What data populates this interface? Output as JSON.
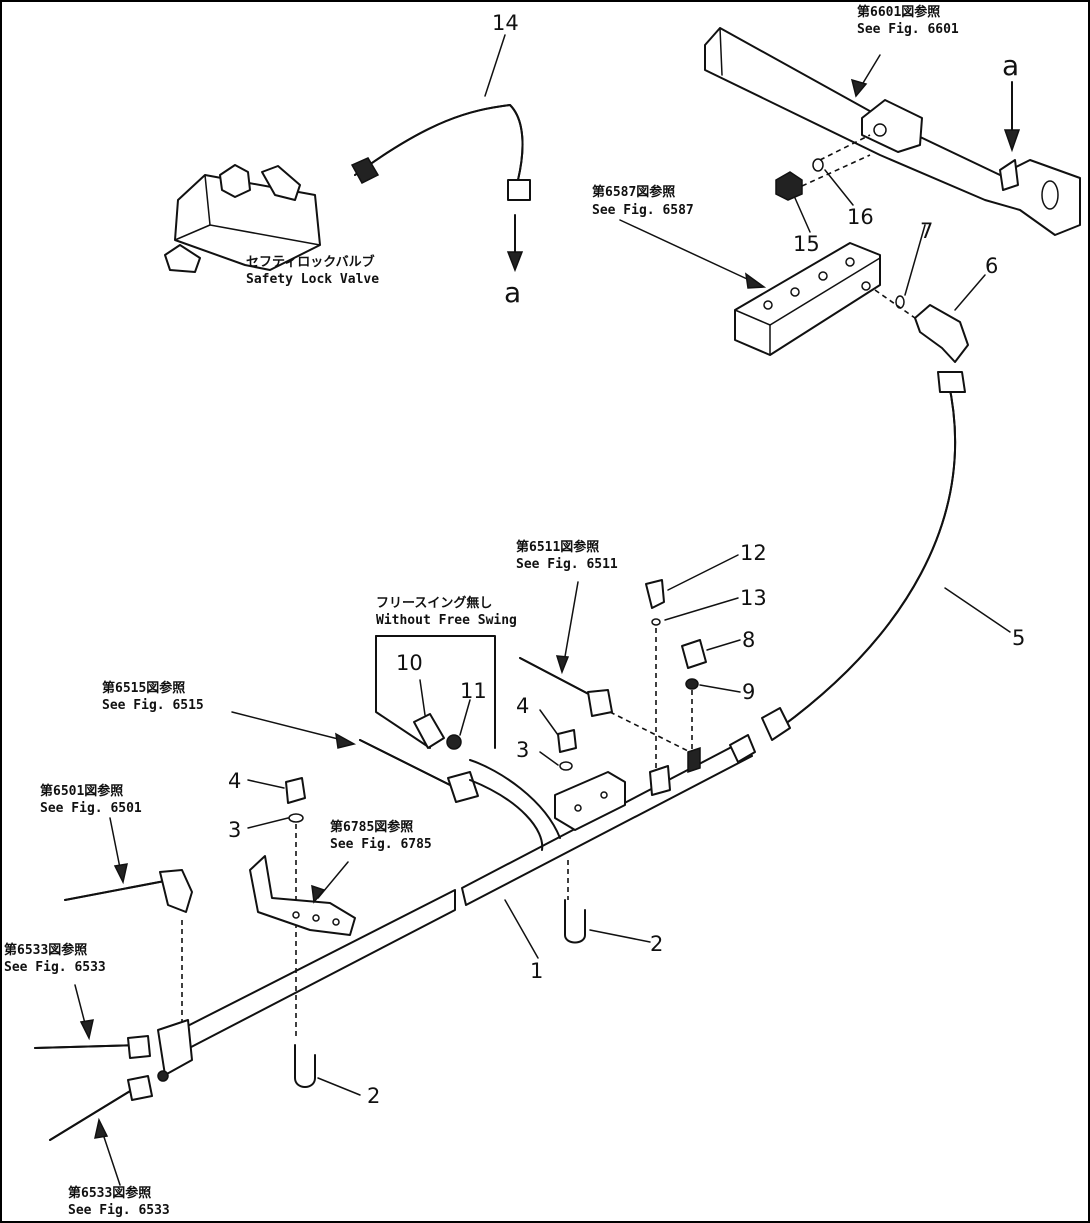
{
  "part_numbers": [
    "1",
    "2",
    "2",
    "3",
    "3",
    "4",
    "4",
    "5",
    "6",
    "7",
    "8",
    "9",
    "10",
    "11",
    "12",
    "13",
    "14",
    "15",
    "16"
  ],
  "connection_marks": [
    "a",
    "a"
  ],
  "references": {
    "fig6601": {
      "jp": "第6601図参照",
      "en": "See Fig. 6601"
    },
    "fig6587": {
      "jp": "第6587図参照",
      "en": "See Fig. 6587"
    },
    "fig6511": {
      "jp": "第6511図参照",
      "en": "See Fig. 6511"
    },
    "fig6515": {
      "jp": "第6515図参照",
      "en": "See Fig. 6515"
    },
    "fig6501": {
      "jp": "第6501図参照",
      "en": "See Fig. 6501"
    },
    "fig6785": {
      "jp": "第6785図参照",
      "en": "See Fig. 6785"
    },
    "fig6533_mid": {
      "jp": "第6533図参照",
      "en": "See Fig. 6533"
    },
    "fig6533_bottom": {
      "jp": "第6533図参照",
      "en": "See Fig. 6533"
    }
  },
  "safety_lock_valve": {
    "jp": "セフティロックバルブ",
    "en": "Safety Lock Valve"
  },
  "without_free_swing": {
    "jp": "フリースイング無し",
    "en": "Without Free Swing"
  }
}
